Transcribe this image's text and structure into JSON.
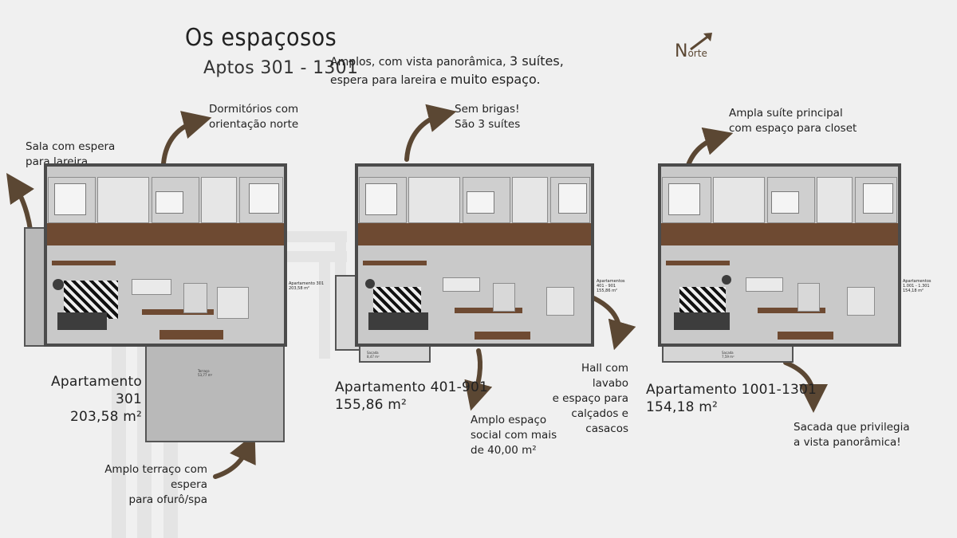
{
  "header": {
    "title": "Os espaçosos",
    "subtitle": "Aptos 301 - 1301",
    "intro_pre1": "Amplos, com vista panorâmica, ",
    "intro_b1": "3 suítes,",
    "intro_pre2": "espera para lareira e ",
    "intro_b2": "muito espaço."
  },
  "compass": {
    "letter": "N",
    "rest": "orte"
  },
  "notes": {
    "sala": "Sala com espera\npara lareira",
    "dormitorios": "Dormitórios com\norientação norte",
    "sem_brigas": "Sem brigas!\nSão 3 suítes",
    "suite_principal": "Ampla suíte principal\ncom espaço para closet",
    "hall": "Hall com lavabo\ne espaço para\ncalçados e casacos",
    "social": "Amplo espaço\nsocial com mais\nde 40,00 m²",
    "terraco": "Amplo terraço com espera\npara ofurô/spa",
    "sacada": "Sacada que privilegia\na vista panorâmica!"
  },
  "apartments": [
    {
      "name": "Apartamento 301",
      "area": "203,58 m²",
      "plan_tag": "Apartamento 301\n203,58 m²",
      "terrace": "Terraço\n53,77 m²"
    },
    {
      "name": "Apartamento 401-901",
      "area": "155,86 m²",
      "plan_tag": "Apartamentos\n401 - 901\n155,86 m²",
      "balcony": "Sacada\n8,47 m²"
    },
    {
      "name": "Apartamento 1001-1301",
      "area": "154,18 m²",
      "plan_tag": "Apartamentos\n1.001 - 1.301\n154,18 m²",
      "balcony": "Sacada\n7,59 m²"
    }
  ],
  "colors": {
    "arrow": "#5b4733",
    "wood": "#6e4a32",
    "background": "#f0f0f0"
  }
}
